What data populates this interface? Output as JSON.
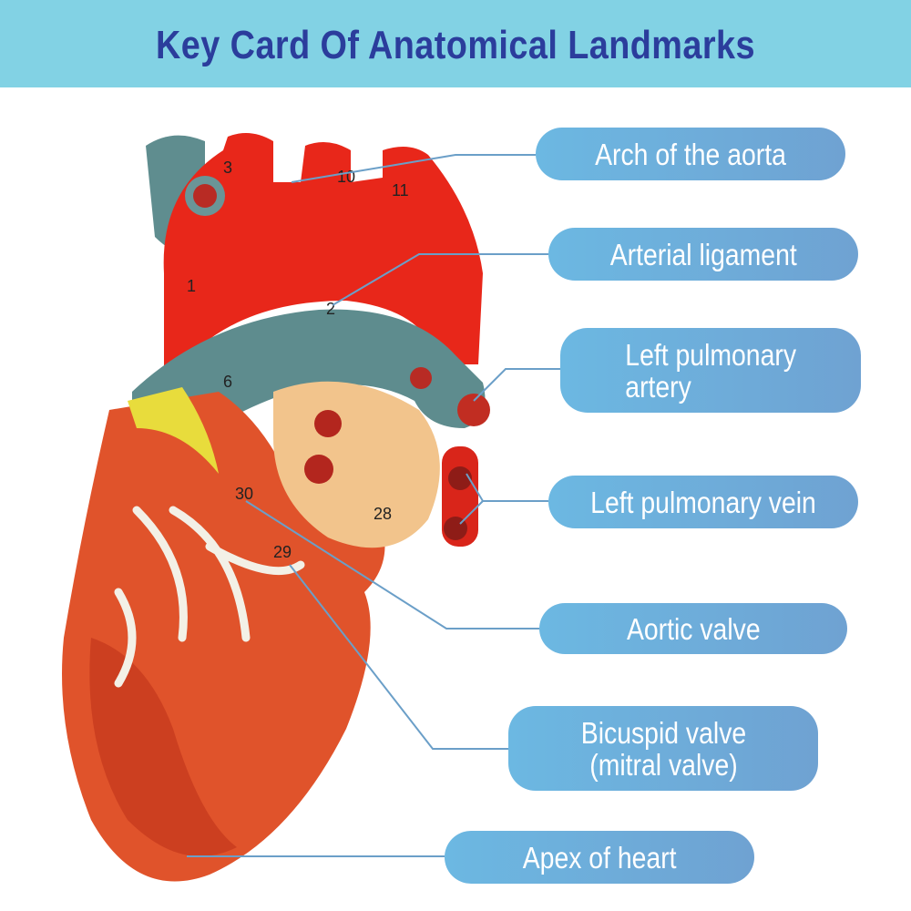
{
  "title": "Key Card Of Anatomical Landmarks",
  "colors": {
    "header_bg": "#82d2e4",
    "title": "#2b3d9c",
    "label_bg": "#6cb8e2",
    "leader_line": "#6b9fc8"
  },
  "labels": [
    {
      "text": "Arch of the aorta"
    },
    {
      "text": "Arterial ligament"
    },
    {
      "text": "Left pulmonary\nartery"
    },
    {
      "text": "Left pulmonary vein"
    },
    {
      "text": "Aortic valve"
    },
    {
      "text": "Bicuspid valve\n(mitral valve)"
    },
    {
      "text": "Apex of heart"
    }
  ],
  "model_numbers": [
    "3",
    "10",
    "11",
    "1",
    "2",
    "6",
    "28",
    "29",
    "30"
  ]
}
